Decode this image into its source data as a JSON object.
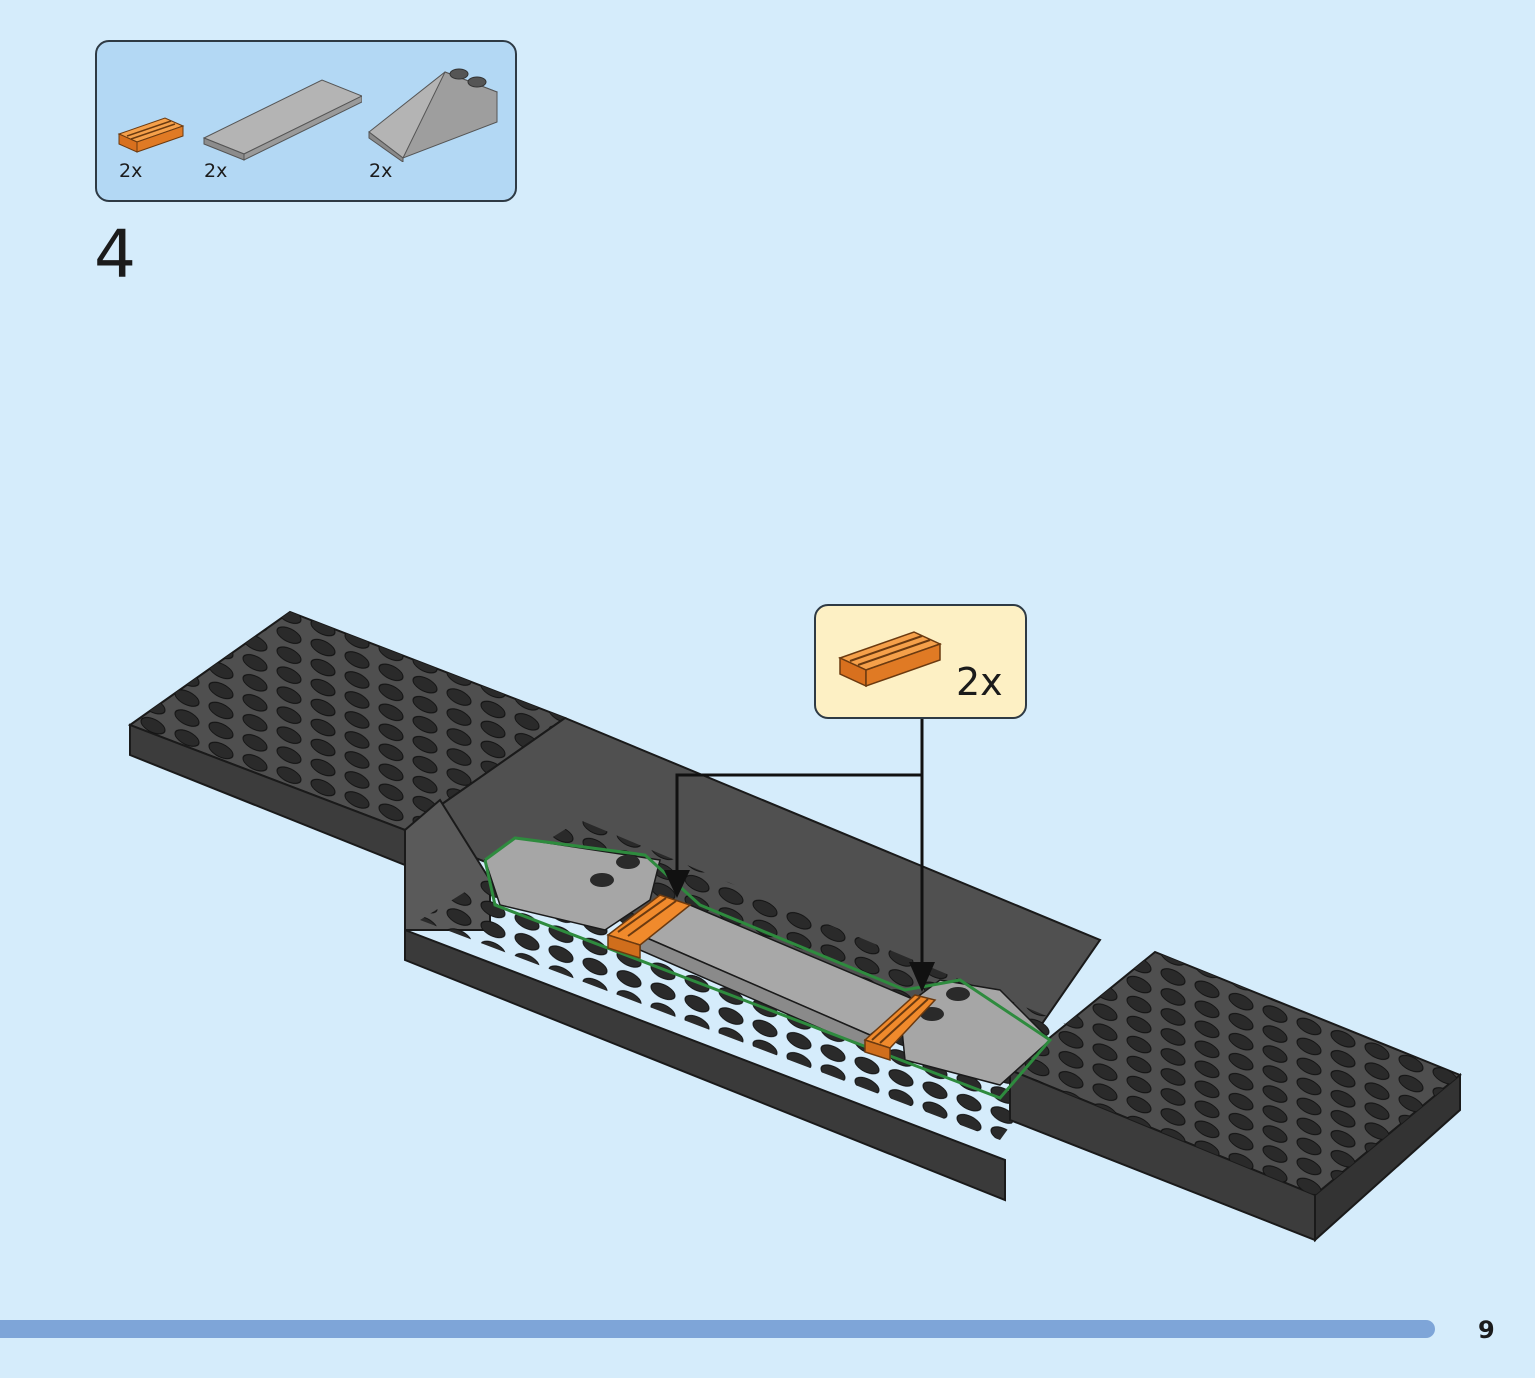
{
  "parts_list": {
    "items": [
      {
        "name": "orange-grille-tile",
        "quantity": "2x",
        "color": "#f08a2c"
      },
      {
        "name": "gray-plate-long",
        "quantity": "2x",
        "color": "#a8a8a8"
      },
      {
        "name": "gray-wedge-slope",
        "quantity": "2x",
        "color": "#a8a8a8"
      }
    ]
  },
  "step": {
    "number": "4"
  },
  "callout": {
    "quantity": "2x",
    "part": "orange-grille-tile"
  },
  "footer": {
    "page_number": "9"
  },
  "colors": {
    "background": "#d5ecfb",
    "parts_box": "#b3d8f4",
    "callout_box": "#fdf0c4",
    "brick_dark": "#4a4a4a",
    "brick_light": "#a8a8a8",
    "highlight_outline": "#2e8b3e",
    "accent_orange": "#f08a2c",
    "footer_bar": "#7ea5d8"
  }
}
